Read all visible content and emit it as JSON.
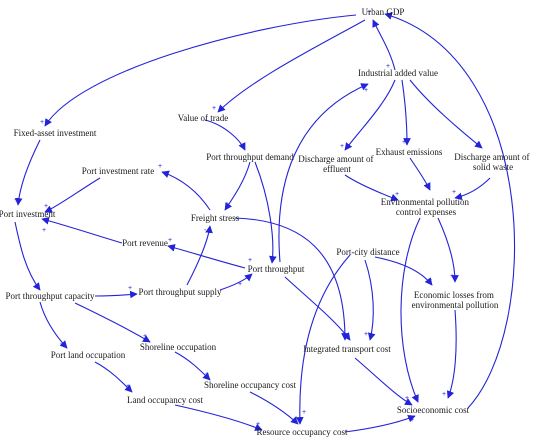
{
  "nodes": {
    "urban_gdp": "Urban GDP",
    "industrial_added_value": "Industrial added value",
    "fixed_asset_investment": "Fixed-asset investment",
    "value_of_trade": "Value of trade",
    "port_throughput_demand": "Port throughput demand",
    "port_investment_rate": "Port investment rate",
    "exhaust_emissions": "Exhaust emissions",
    "discharge_effluent_1": "Discharge amount of",
    "discharge_effluent_2": "effluent",
    "discharge_solid_1": "Discharge amount of",
    "discharge_solid_2": "solid waste",
    "port_investment": "Port investment",
    "freight_stress": "Freight stress",
    "env_pollution_1": "Environmental pollution",
    "env_pollution_2": "control expenses",
    "port_revenue": "Port revenue",
    "port_city_distance": "Port-city distance",
    "port_throughput": "Port throughput",
    "port_throughput_capacity": "Port throughput capacity",
    "port_throughput_supply": "Port throughput supply",
    "economic_losses_1": "Economic losses from",
    "economic_losses_2": "environmental pollution",
    "shoreline_occupation": "Shoreline occupation",
    "port_land_occupation": "Port land occupation",
    "integrated_transport_cost": "Integrated transport cost",
    "shoreline_occupancy_cost": "Shoreline occupancy cost",
    "land_occupancy_cost": "Land occupancy cost",
    "socioeconomic_cost": "Socioeconomic cost",
    "resource_occupancy_cost": "Resource occupancy cost"
  },
  "polarity": {
    "plus": "+",
    "minus": "-"
  },
  "colors": {
    "link": "#2323d8",
    "text": "#1a1a1a"
  }
}
